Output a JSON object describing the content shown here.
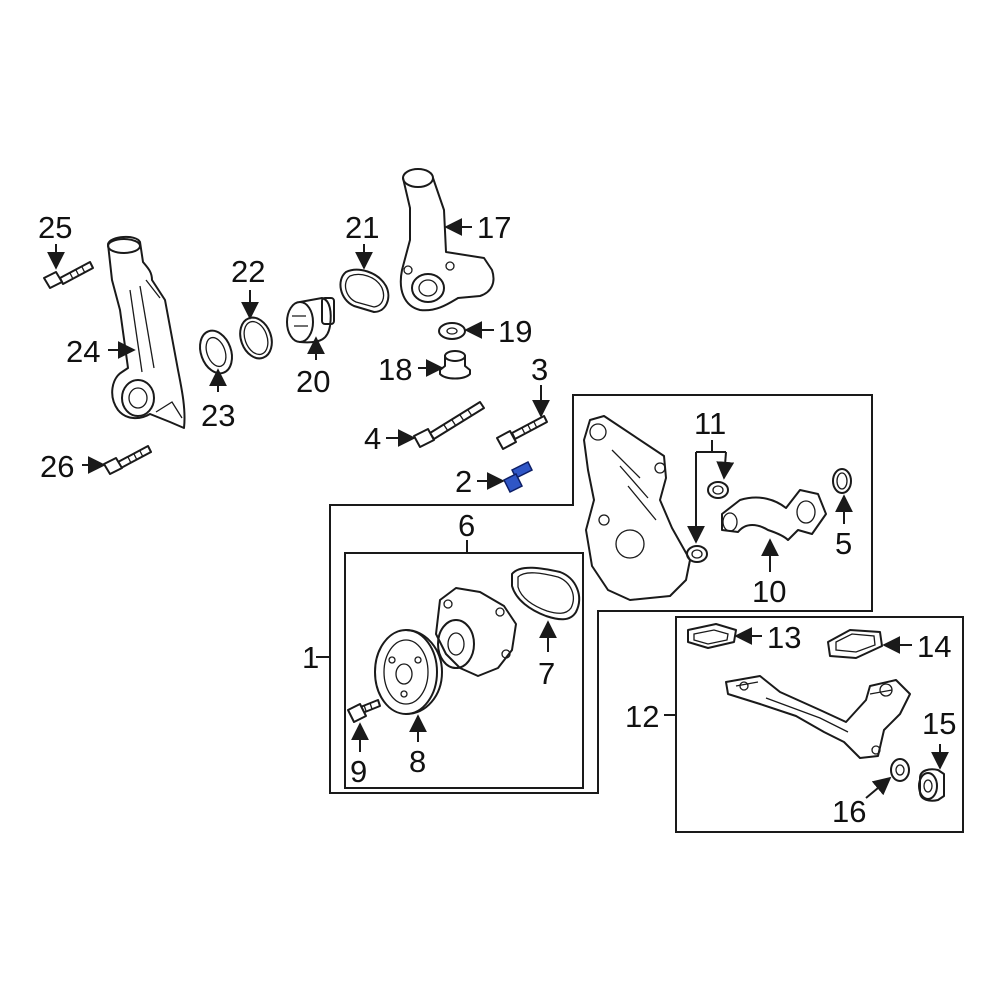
{
  "callouts": {
    "c1": "1",
    "c2": "2",
    "c3": "3",
    "c4": "4",
    "c5": "5",
    "c6": "6",
    "c7": "7",
    "c8": "8",
    "c9": "9",
    "c10": "10",
    "c11": "11",
    "c12": "12",
    "c13": "13",
    "c14": "14",
    "c15": "15",
    "c16": "16",
    "c17": "17",
    "c18": "18",
    "c19": "19",
    "c20": "20",
    "c21": "21",
    "c22": "22",
    "c23": "23",
    "c24": "24",
    "c25": "25",
    "c26": "26"
  },
  "highlight_color": "#2f56c6",
  "line_color": "#1a1a1a",
  "background_color": "#ffffff"
}
